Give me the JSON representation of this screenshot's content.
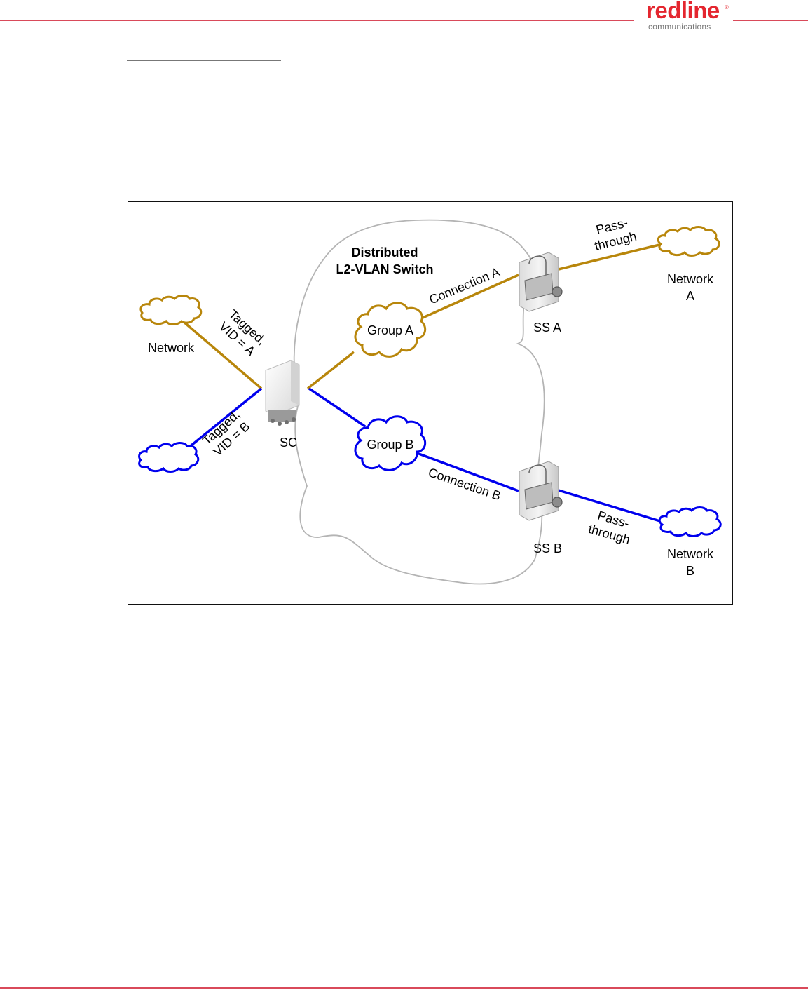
{
  "header": {
    "logo_word": "redline",
    "logo_registered": "®",
    "logo_subtitle": "communications"
  },
  "colors": {
    "brand_red": "#e4262f",
    "vlan_a": "#b8860b",
    "vlan_b": "#0000ee",
    "switch_outline": "#b4b4b4",
    "divider": "#d94a5a"
  },
  "diagram": {
    "title_line1": "Distributed",
    "title_line2": "L2-VLAN Switch",
    "network_label": "Network",
    "tagged_a_line1": "Tagged,",
    "tagged_a_line2": "VID = A",
    "tagged_b_line1": "Tagged,",
    "tagged_b_line2": "VID = B",
    "sc_label": "SC",
    "group_a": "Group A",
    "group_b": "Group B",
    "connection_a": "Connection A",
    "connection_b": "Connection B",
    "ss_a": "SS A",
    "ss_b": "SS B",
    "pass_a_line1": "Pass-",
    "pass_a_line2": "through",
    "pass_b_line1": "Pass-",
    "pass_b_line2": "through",
    "network_a_line1": "Network",
    "network_a_line2": "A",
    "network_b_line1": "Network",
    "network_b_line2": "B"
  }
}
